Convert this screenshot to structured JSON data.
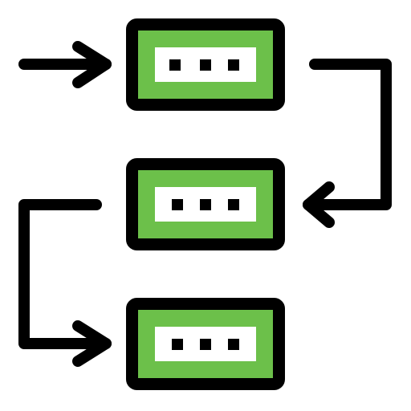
{
  "diagram": {
    "kind": "process-flow-icon",
    "colors": {
      "outline": "#000000",
      "box_fill": "#6cc04a",
      "inner_fill": "#ffffff",
      "dot": "#000000",
      "background": "#ffffff"
    },
    "steps": [
      {
        "id": "step-1",
        "icon": "ellipsis-icon",
        "dots": 3
      },
      {
        "id": "step-2",
        "icon": "ellipsis-icon",
        "dots": 3
      },
      {
        "id": "step-3",
        "icon": "ellipsis-icon",
        "dots": 3
      }
    ],
    "connectors": [
      {
        "id": "entry-arrow",
        "icon": "arrow-right-icon",
        "to": "step-1"
      },
      {
        "id": "step1-to-step2",
        "icon": "elbow-arrow-left-icon",
        "from": "step-1",
        "to": "step-2"
      },
      {
        "id": "step2-to-step3",
        "icon": "elbow-arrow-right-icon",
        "from": "step-2",
        "to": "step-3"
      }
    ]
  }
}
